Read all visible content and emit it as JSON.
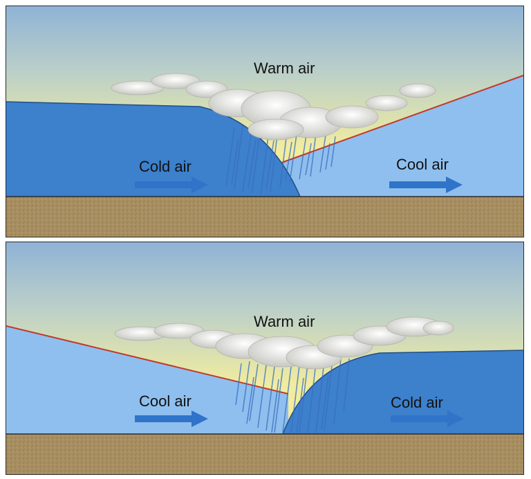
{
  "top": {
    "warm_label": "Warm air",
    "left_label": "Cold air",
    "right_label": "Cool air"
  },
  "bottom": {
    "warm_label": "Warm air",
    "left_label": "Cool air",
    "right_label": "Cold air"
  },
  "colors": {
    "sky_top": "#8fb3d6",
    "sky_bottom": "#f1ec9f",
    "cold_air": "#3d80cc",
    "cool_air": "#8fbfee",
    "front_line": "#c0392b",
    "ground": "#a88f62",
    "arrow": "#2f74c9",
    "rain": "#3a6fbf"
  }
}
